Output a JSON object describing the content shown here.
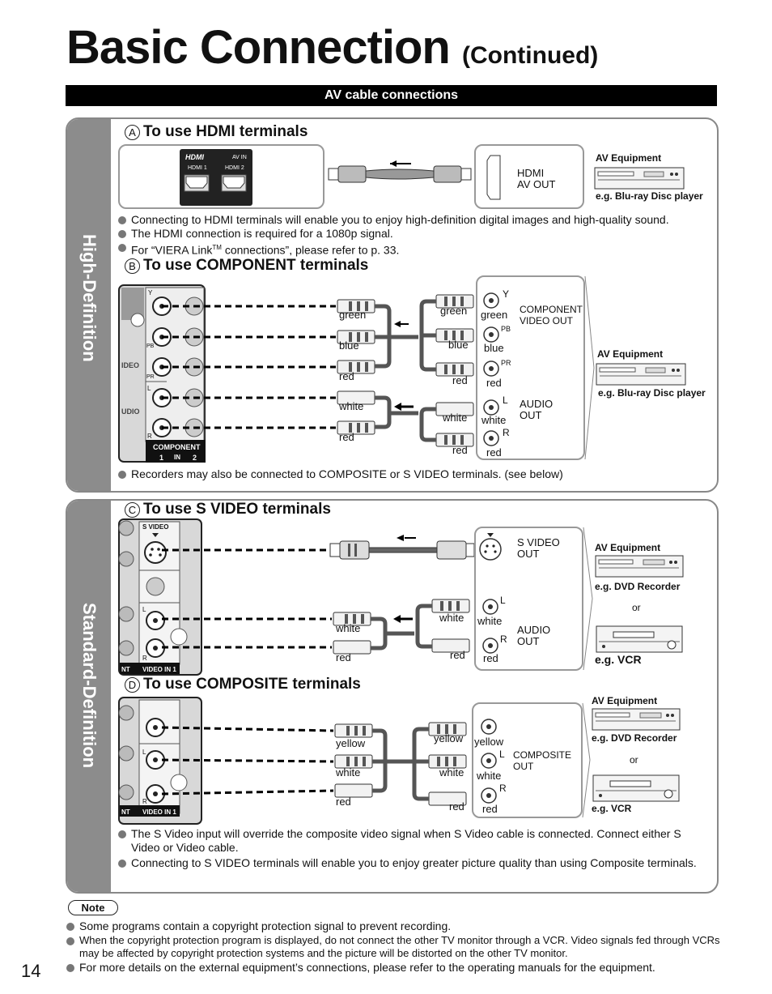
{
  "title": {
    "main": "Basic Connection",
    "continued": "(Continued)"
  },
  "bar_title": "AV cable connections",
  "high_definition": {
    "side_label": "High-Definition",
    "hdmi": {
      "letter": "A",
      "heading": "To use HDMI terminals",
      "panel_logo": "HDMI",
      "panel_av_in": "AV IN",
      "port1": "HDMI 1",
      "port2": "HDMI 2",
      "device_out_line1": "HDMI",
      "device_out_line2": "AV OUT",
      "equipment_label": "AV Equipment",
      "equipment_example": "e.g. Blu-ray Disc player",
      "bullets": [
        "Connecting to HDMI terminals will enable you to enjoy high-definition digital images and high-quality sound.",
        "The HDMI connection is required for a 1080p signal."
      ],
      "viera_prefix": "For “VIERA Link",
      "viera_tm": "TM",
      "viera_suffix": " connections”, please refer to p. 33."
    },
    "component": {
      "letter": "B",
      "heading": "To use COMPONENT terminals",
      "tv_labels": {
        "y": "Y",
        "pb": "PB",
        "pr": "PR",
        "l": "L",
        "r": "R",
        "video": "IDEO",
        "audio": "UDIO",
        "component": "COMPONENT",
        "in": "IN",
        "n1": "1",
        "n2": "2"
      },
      "plug_left": [
        "green",
        "blue",
        "red",
        "white",
        "red"
      ],
      "plug_right": [
        "green",
        "blue",
        "red",
        "white",
        "red"
      ],
      "jack_colors": [
        "green",
        "blue",
        "red",
        "white",
        "red"
      ],
      "jack_tags": [
        "Y",
        "PB",
        "PR",
        "L",
        "R"
      ],
      "video_out_line1": "COMPONENT",
      "video_out_line2": "VIDEO OUT",
      "audio_out_line1": "AUDIO",
      "audio_out_line2": "OUT",
      "equipment_label": "AV Equipment",
      "equipment_example": "e.g. Blu-ray Disc player",
      "note": "Recorders may also be connected to COMPOSITE or S VIDEO terminals. (see below)"
    }
  },
  "standard_definition": {
    "side_label": "Standard-Definition",
    "svideo": {
      "letter": "C",
      "heading": "To use S VIDEO terminals",
      "tv_labels": {
        "svideo": "S VIDEO",
        "l": "L",
        "r": "R",
        "nt": "NT",
        "video_in": "VIDEO IN 1"
      },
      "plug_left": [
        "white",
        "red"
      ],
      "plug_right": [
        "white",
        "red"
      ],
      "jack_colors": [
        "white",
        "red"
      ],
      "jack_tags": [
        "L",
        "R"
      ],
      "svideo_out_line1": "S VIDEO",
      "svideo_out_line2": "OUT",
      "audio_out_line1": "AUDIO",
      "audio_out_line2": "OUT",
      "equipment_label": "AV Equipment",
      "equipment_example1": "e.g. DVD Recorder",
      "or": "or",
      "equipment_example2": "e.g. VCR"
    },
    "composite": {
      "letter": "D",
      "heading": "To use COMPOSITE terminals",
      "tv_labels": {
        "l": "L",
        "r": "R",
        "nt": "NT",
        "video_in": "VIDEO IN 1"
      },
      "plug_left": [
        "yellow",
        "white",
        "red"
      ],
      "plug_right": [
        "yellow",
        "white",
        "red"
      ],
      "jack_colors": [
        "yellow",
        "white",
        "red"
      ],
      "jack_tags": [
        "L",
        "R"
      ],
      "out_line1": "COMPOSITE",
      "out_line2": "OUT",
      "equipment_label": "AV Equipment",
      "equipment_example1": "e.g. DVD Recorder",
      "or": "or",
      "equipment_example2": "e.g. VCR"
    },
    "bullets": [
      "The S Video input will override the composite video signal when S Video cable is connected. Connect either S Video or Video cable.",
      "Connecting to S VIDEO terminals will enable you to enjoy greater picture quality than using Composite terminals."
    ]
  },
  "note": {
    "badge": "Note",
    "items": [
      "Some programs contain a copyright protection signal to prevent recording.",
      "When the copyright protection program is displayed, do not connect the other TV monitor through a VCR. Video signals fed through VCRs may be affected by copyright protection systems and the picture will be distorted on the other TV monitor.",
      "For more details on the external equipment’s connections, please refer to the operating manuals for the equipment."
    ]
  },
  "page_number": "14"
}
